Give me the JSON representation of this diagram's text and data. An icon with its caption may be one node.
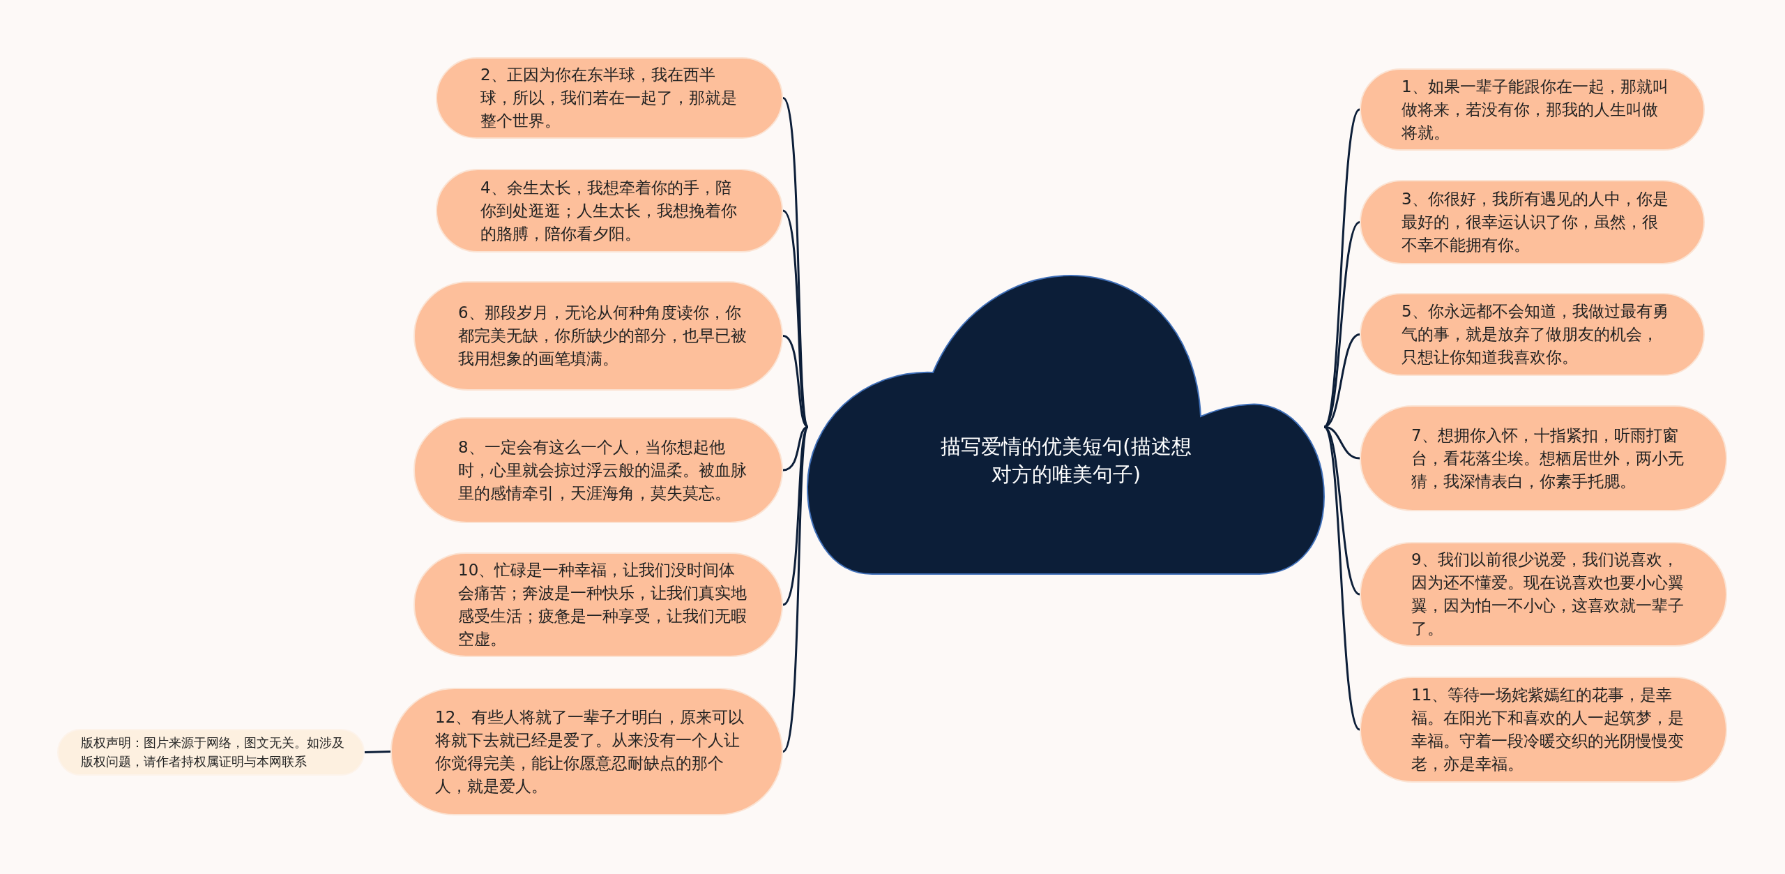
{
  "diagram": {
    "nodes": [
      {
        "text": [
          "描写爱情的优美短句(描述想对方的唯美句子)"
        ]
      },
      {
        "text": [
          "2、正因为你在东半球，我在西半球，所以，我们若在一起了，那就是整个世界。"
        ]
      },
      {
        "text": [
          "4、余生太长，我想牵着你的手，陪你到处逛逛；人生太长，我想挽着你的胳膊，陪你看夕阳。"
        ]
      },
      {
        "text": [
          "6、那段岁月，无论从何种角度读你，你都完美无缺，你所缺少的部分，也早已被我用想象的画笔填满。"
        ]
      },
      {
        "text": [
          "8、一定会有这么一个人，当你想起他时，心里就会掠过浮云般的温柔。被血脉里的感情牵引，天涯海角，莫失莫忘。"
        ]
      },
      {
        "text": [
          "10、忙碌是一种幸福，让我们没时间体会痛苦；奔波是一种快乐，让我们真实地感受生活；疲惫是一种享受，让我们无暇空虚。"
        ]
      },
      {
        "text": [
          "12、有些人将就了一辈子才明白，原来可以将就下去就已经是爱了。从来没有一个人让你觉得完美，能让你愿意忍耐缺点的那个人，就是爱人。"
        ]
      },
      {
        "text": [
          "版权声明：图片来源于网络，图文无关。如涉及版权问题，请作者持权属证明与本网联系"
        ]
      },
      {
        "text": [
          "1、如果一辈子能跟你在一起，那就叫做将来，若没有你，那我的人生叫做将就。"
        ]
      },
      {
        "text": [
          "3、你很好，我所有遇见的人中，你是最好的，很幸运认识了你，虽然，很不幸不能拥有你。"
        ]
      },
      {
        "text": [
          "5、你永远都不会知道，我做过最有勇气的事，就是放弃了做朋友的机会，只想让你知道我喜欢你。"
        ]
      },
      {
        "text": [
          "7、想拥你入怀，十指紧扣，听雨打窗台，看花落尘埃。想栖居世外，两小无猜，我深情表白，你素手托腮。"
        ]
      },
      {
        "text": [
          "9、我们以前很少说爱，我们说喜欢，因为还不懂爱。现在说喜欢也要小心翼翼，因为怕一不小心，这喜欢就一辈子了。"
        ]
      },
      {
        "text": [
          "11、等待一场姹紫嫣红的花事，是幸福。在阳光下和喜欢的人一起筑梦，是幸福。守着一段冷暖交织的光阴慢慢变老，亦是幸福。"
        ]
      }
    ],
    "edges": [
      {
        "from": 0,
        "to": 1,
        "arrow": "none"
      },
      {
        "from": 0,
        "to": 2,
        "arrow": "none"
      },
      {
        "from": 0,
        "to": 3,
        "arrow": "none"
      },
      {
        "from": 0,
        "to": 4,
        "arrow": "none"
      },
      {
        "from": 0,
        "to": 5,
        "arrow": "none"
      },
      {
        "from": 0,
        "to": 6,
        "arrow": "none"
      },
      {
        "from": 6,
        "to": 7,
        "arrow": "none"
      },
      {
        "from": 0,
        "to": 8,
        "arrow": "none"
      },
      {
        "from": 0,
        "to": 9,
        "arrow": "none"
      },
      {
        "from": 0,
        "to": 10,
        "arrow": "none"
      },
      {
        "from": 0,
        "to": 11,
        "arrow": "none"
      },
      {
        "from": 0,
        "to": 12,
        "arrow": "none"
      },
      {
        "from": 0,
        "to": 13,
        "arrow": "none"
      }
    ]
  }
}
